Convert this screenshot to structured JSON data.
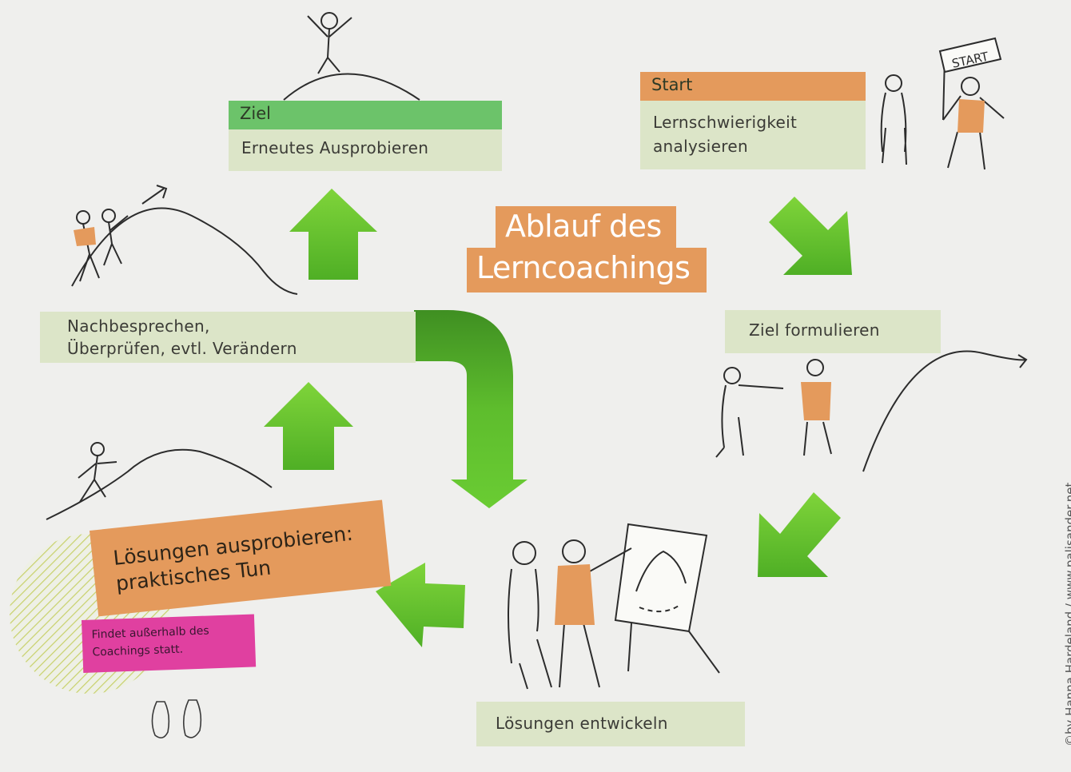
{
  "title": {
    "line1": "Ablauf des",
    "line2": "Lerncoachings"
  },
  "steps": {
    "start": {
      "label": "Start",
      "text_line1": "Lernschwierigkeit",
      "text_line2": "analysieren"
    },
    "ziel_formulieren": {
      "text": "Ziel formulieren"
    },
    "loesungen_entwickeln": {
      "text": "Lösungen entwickeln"
    },
    "loesungen_ausprobieren": {
      "text_line1": "Lösungen ausprobieren:",
      "text_line2": "praktisches Tun"
    },
    "note": {
      "text_line1": "Findet außerhalb des",
      "text_line2": "Coachings statt."
    },
    "nachbesprechen": {
      "text_line1": "Nachbesprechen,",
      "text_line2": "Überprüfen, evtl. Verändern"
    },
    "ziel": {
      "label": "Ziel",
      "text": "Erneutes Ausprobieren"
    }
  },
  "sign_text": "START",
  "credit": "©by Hanna Hardeland / www.palisander.net",
  "colors": {
    "background": "#efefed",
    "orange": "#e49a5c",
    "green": "#5fc02f",
    "green_label": "#6cc36a",
    "pale_green": "#dce5c8",
    "magenta": "#e040a0"
  }
}
